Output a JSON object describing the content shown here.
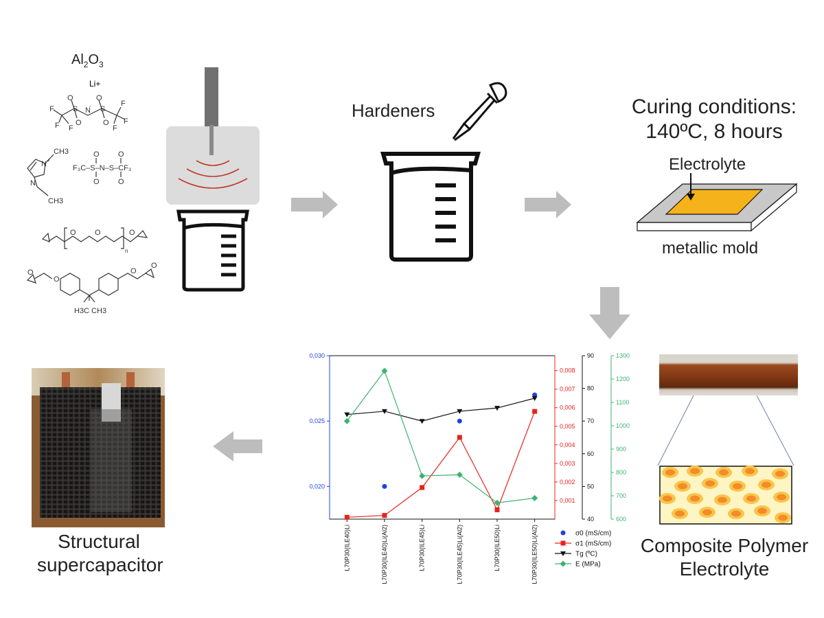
{
  "chemicals": {
    "alumina": "Al2O3",
    "lithium_ion": "Li+",
    "methyl": "CH3",
    "ethyl": "CH3",
    "tfsi_formula": "F3C–S–N–S–CF3",
    "bisphenol_methyls": "H3C  CH3"
  },
  "process": {
    "hardeners_label": "Hardeners",
    "curing_title_line1": "Curing conditions:",
    "curing_title_line2": "140ºC, 8 hours",
    "electrolyte_label": "Electrolyte",
    "mold_label": "metallic mold"
  },
  "captions": {
    "supercap_line1": "Structural",
    "supercap_line2": "supercapacitor",
    "cpe_line1": "Composite Polymer",
    "cpe_line2": "Electrolyte"
  },
  "colors": {
    "arrow": "#bdbdbd",
    "sigma0": "#1f3fe6",
    "sigma1": "#e8231b",
    "tg": "#111111",
    "modulus": "#3cb371",
    "electrolyte": "#f5b21a",
    "mold": "#c8c8c8"
  },
  "chart_data": {
    "type": "line",
    "categories": [
      "L70P30(ILE40)Li",
      "L70P30(ILE40)Li(Al2)",
      "L70P30(ILE45)Li",
      "L70P30(ILE45)Li(Al2)",
      "L70P30(ILE50)Li",
      "L70P30(ILE50)Li(Al2)"
    ],
    "series": [
      {
        "name": "σ0 (mS/cm)",
        "axis": "left",
        "marker": "circle",
        "line": false,
        "values": [
          null,
          0.02,
          null,
          0.025,
          null,
          0.027
        ]
      },
      {
        "name": "σ1 (mS/cm)",
        "axis": "right1",
        "marker": "square",
        "line": true,
        "values": [
          0.0001,
          0.0002,
          0.0017,
          0.0044,
          0.0005,
          0.0058
        ]
      },
      {
        "name": "Tg (ºC)",
        "axis": "right2",
        "marker": "triangle-down",
        "line": true,
        "values": [
          72,
          73,
          70,
          73,
          74,
          77
        ]
      },
      {
        "name": "E (MPa)",
        "axis": "right3",
        "marker": "diamond",
        "line": true,
        "values": [
          1020,
          1235,
          785,
          790,
          670,
          690
        ]
      }
    ],
    "axes": {
      "left": {
        "min": 0.0175,
        "max": 0.03,
        "ticks": [
          "0,020",
          "0,025",
          "0,030"
        ],
        "tick_values": [
          0.02,
          0.025,
          0.03
        ]
      },
      "right1": {
        "min": 0,
        "max": 0.0088,
        "ticks": [
          "0,001",
          "0,002",
          "0,003",
          "0,004",
          "0,005",
          "0,006",
          "0,007",
          "0,008"
        ],
        "tick_values": [
          0.001,
          0.002,
          0.003,
          0.004,
          0.005,
          0.006,
          0.007,
          0.008
        ]
      },
      "right2": {
        "min": 40,
        "max": 90,
        "ticks": [
          "40",
          "50",
          "60",
          "70",
          "80",
          "90"
        ],
        "tick_values": [
          40,
          50,
          60,
          70,
          80,
          90
        ]
      },
      "right3": {
        "min": 600,
        "max": 1300,
        "ticks": [
          "600",
          "700",
          "800",
          "900",
          "1000",
          "1100",
          "1200",
          "1300"
        ],
        "tick_values": [
          600,
          700,
          800,
          900,
          1000,
          1100,
          1200,
          1300
        ]
      }
    },
    "legend": [
      {
        "label": "σ0 (mS/cm)"
      },
      {
        "label": "σ1 (mS/cm)"
      },
      {
        "label": "Tg (ºC)"
      },
      {
        "label": "E (MPa)"
      }
    ],
    "legend_position": "bottom-right",
    "grid": false
  }
}
